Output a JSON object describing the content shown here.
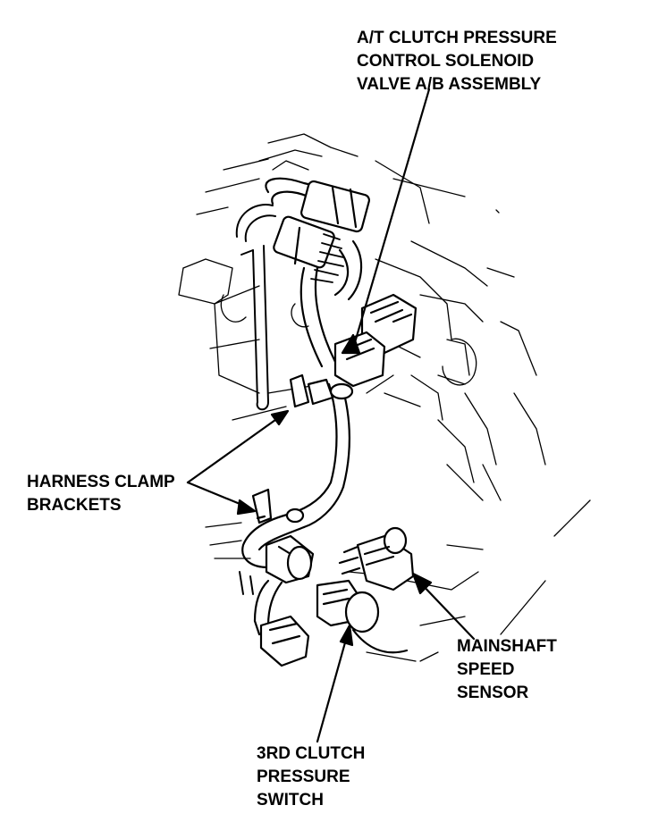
{
  "callouts": {
    "solenoid_valve": {
      "lines": [
        "A/T CLUTCH PRESSURE",
        "CONTROL SOLENOID",
        "VALVE A/B ASSEMBLY"
      ]
    },
    "harness_brackets": {
      "lines": [
        "HARNESS CLAMP",
        "BRACKETS"
      ]
    },
    "mainshaft_sensor": {
      "lines": [
        "MAINSHAFT",
        "SPEED",
        "SENSOR"
      ]
    },
    "third_clutch_switch": {
      "lines": [
        "3RD CLUTCH",
        "PRESSURE",
        "SWITCH"
      ]
    }
  }
}
